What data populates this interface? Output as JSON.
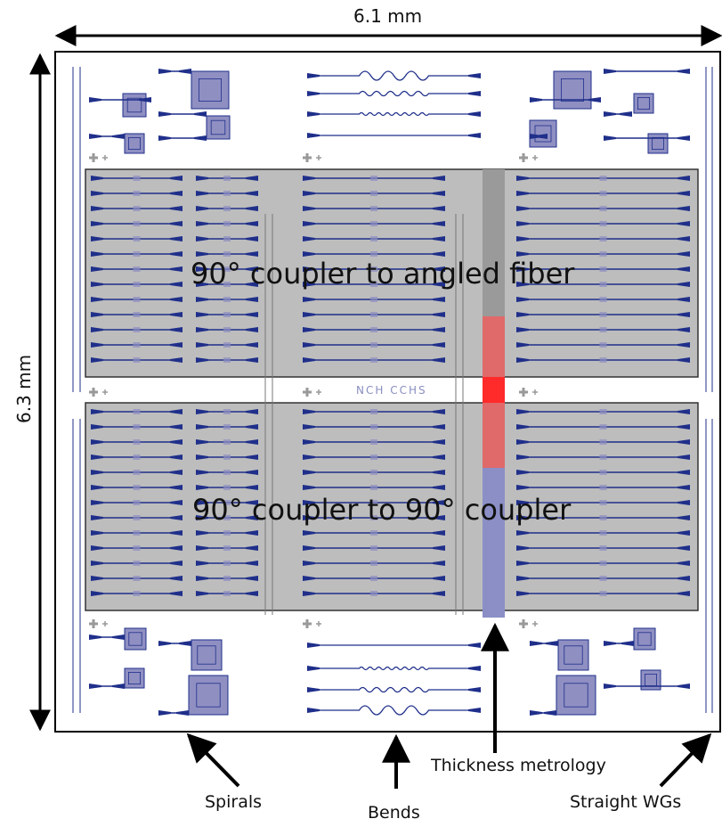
{
  "dimensions": {
    "width_label": "6.1 mm",
    "height_label": "6.3 mm"
  },
  "regions": {
    "angled": "90° coupler to angled fiber",
    "coupler": "90° coupler to 90° coupler"
  },
  "chip_label": "NCH CCHS",
  "callouts": {
    "spirals": "Spirals",
    "bends": "Bends",
    "thickness": "Thickness metrology",
    "straight": "Straight WGs"
  },
  "colors": {
    "waveguide": "#1f2f8a",
    "spiral_fill": "#8f8fc2",
    "region_gray": "#bdbdbd",
    "metrology_gray": "#9a9a9a",
    "metrology_red": "#e06a6a",
    "metrology_red_bright": "#ff2a2a",
    "metrology_blue": "#8b8fc6"
  }
}
